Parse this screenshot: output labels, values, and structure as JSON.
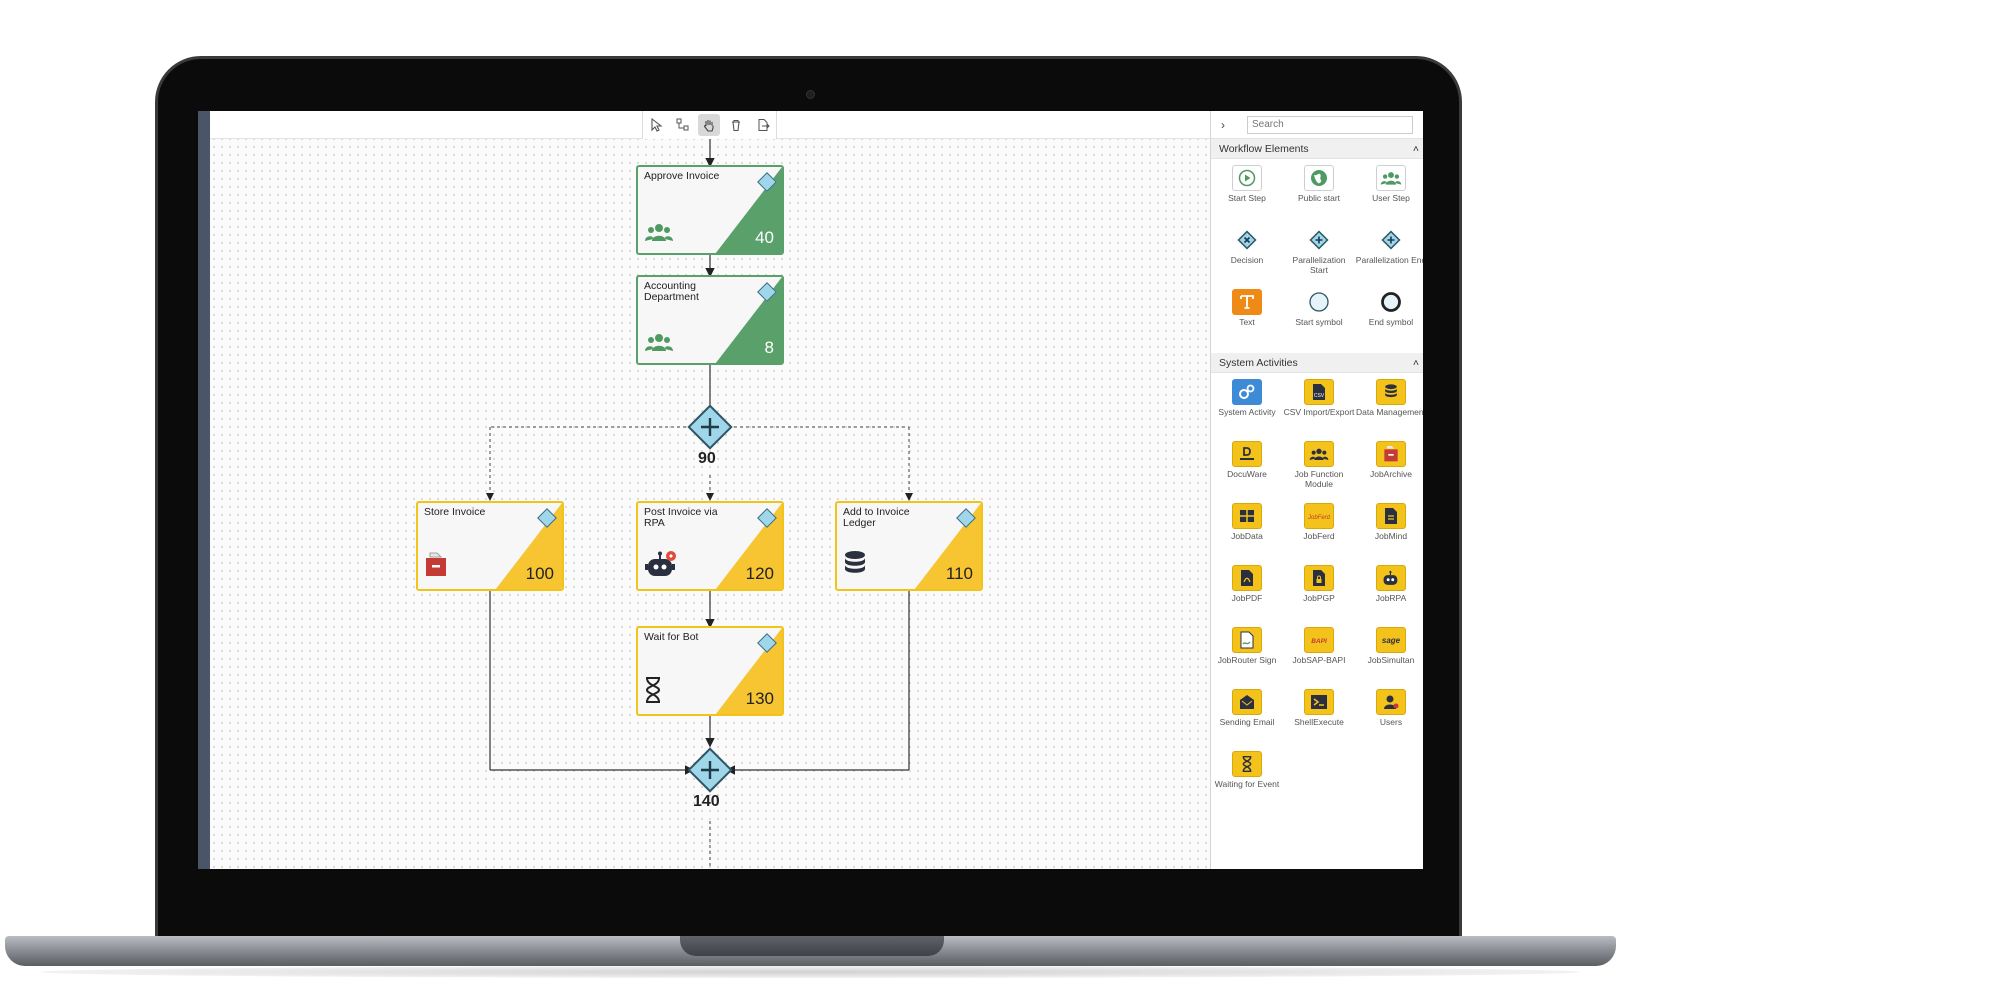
{
  "toolbar": {
    "tools": [
      "select-pointer",
      "connect-tool",
      "hand-tool",
      "delete-tool",
      "export-tool"
    ]
  },
  "workflow": {
    "approve_invoice": {
      "title": "Approve Invoice",
      "number": "40"
    },
    "accounting_department": {
      "title": "Accounting Department",
      "number": "8"
    },
    "gateway_split": {
      "number": "90"
    },
    "store_invoice": {
      "title": "Store Invoice",
      "number": "100"
    },
    "post_invoice_rpa": {
      "title": "Post Invoice via RPA",
      "number": "120"
    },
    "add_invoice_ledger": {
      "title": "Add to Invoice Ledger",
      "number": "110"
    },
    "wait_for_bot": {
      "title": "Wait for Bot",
      "number": "130"
    },
    "gateway_join": {
      "number": "140"
    }
  },
  "panel": {
    "search_placeholder": "Search",
    "workflow_elements": {
      "title": "Workflow Elements",
      "items": [
        "Start Step",
        "Public start",
        "User Step",
        "Decision",
        "Parallelization Start",
        "Parallelization End",
        "Text",
        "Start symbol",
        "End symbol"
      ]
    },
    "system_activities": {
      "title": "System Activities",
      "items": [
        "System Activity",
        "CSV Import/Export",
        "Data Management",
        "DocuWare",
        "Job Function Module",
        "JobArchive",
        "JobData",
        "JobFerd",
        "JobMind",
        "JobPDF",
        "JobPGP",
        "JobRPA",
        "JobRouter Sign",
        "JobSAP-BAPI",
        "JobSimultan",
        "Sending Email",
        "ShellExecute",
        "Users",
        "Waiting for Event"
      ]
    }
  },
  "colors": {
    "green": "#5aa06a",
    "yellow": "#f7c531",
    "diamond": "#9fd6ea"
  }
}
